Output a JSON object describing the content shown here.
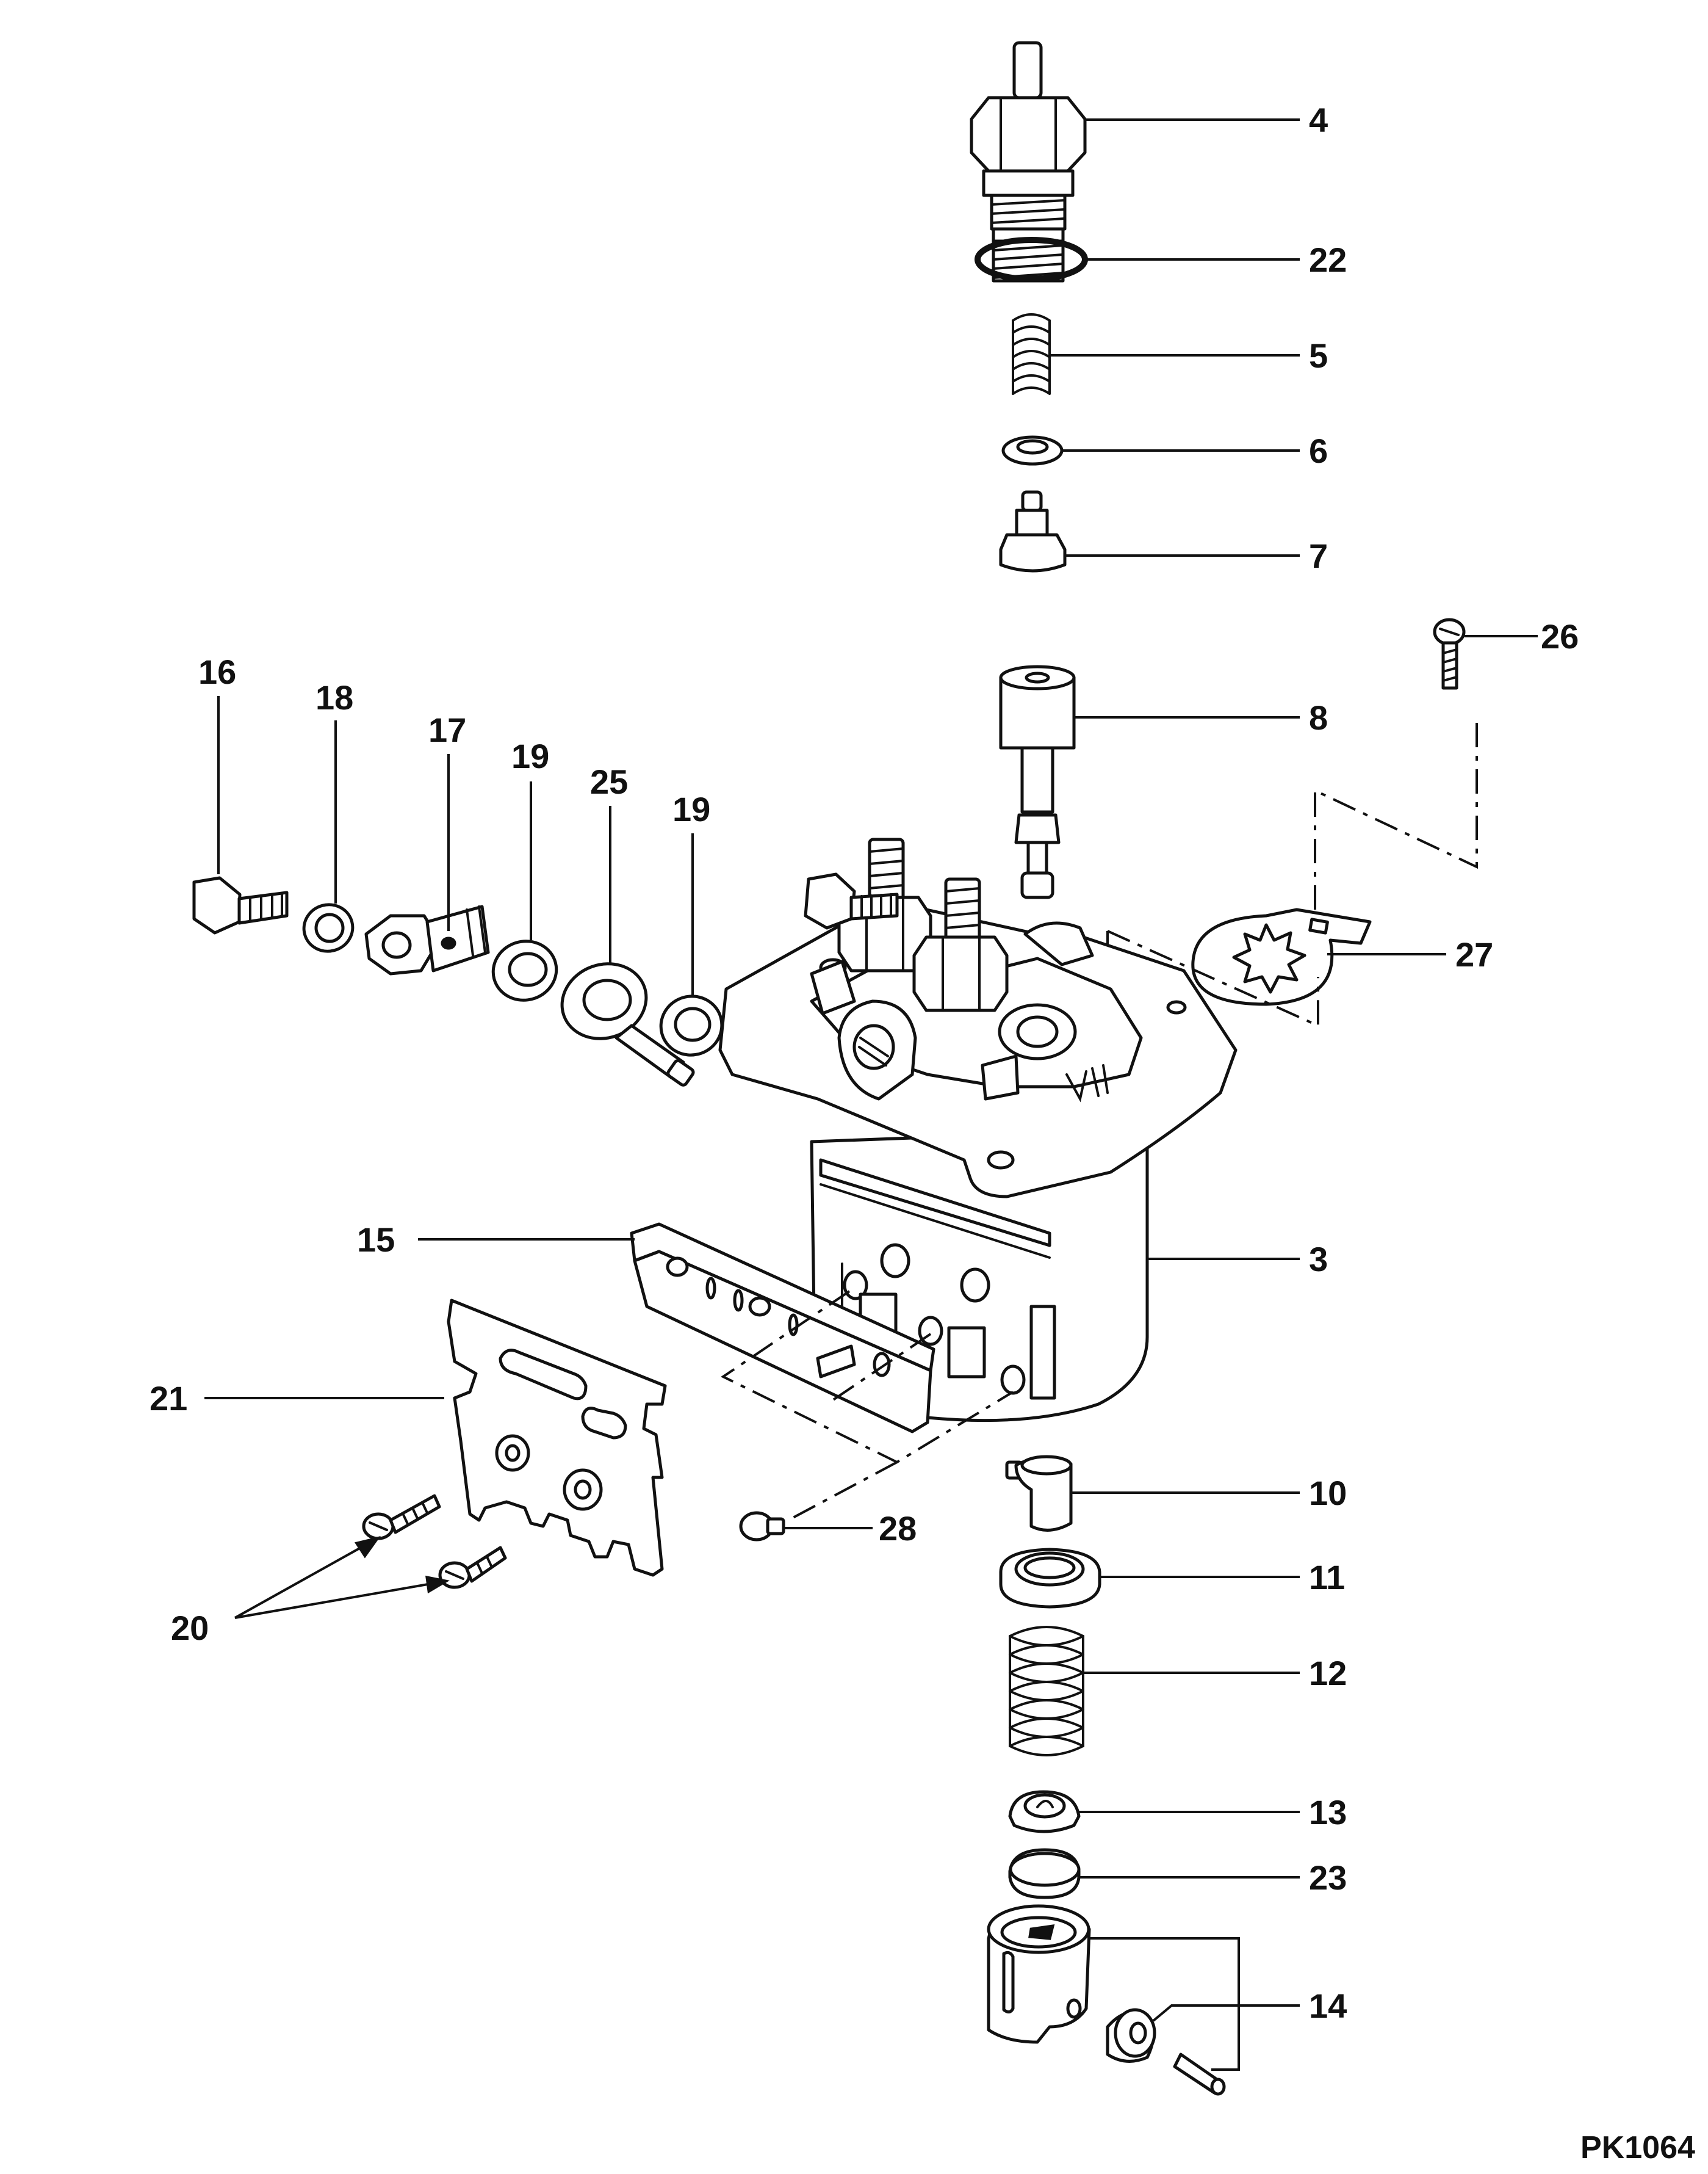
{
  "callouts": {
    "c3": "3",
    "c4": "4",
    "c5": "5",
    "c6": "6",
    "c7": "7",
    "c8": "8",
    "c10": "10",
    "c11": "11",
    "c12": "12",
    "c13": "13",
    "c14": "14",
    "c15": "15",
    "c16": "16",
    "c17": "17",
    "c18": "18",
    "c19a": "19",
    "c19b": "19",
    "c20": "20",
    "c21": "21",
    "c22": "22",
    "c23": "23",
    "c25": "25",
    "c26": "26",
    "c27": "27",
    "c28": "28"
  },
  "reference": "PK1064"
}
